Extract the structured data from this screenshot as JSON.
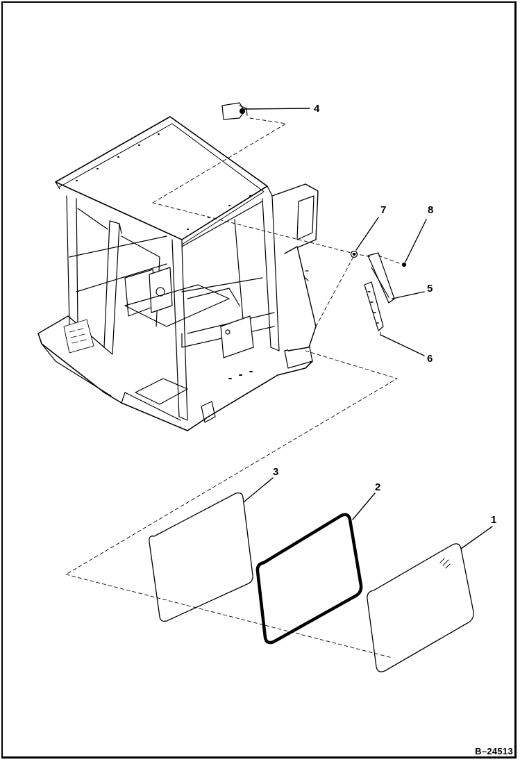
{
  "callouts": {
    "c1": "1",
    "c2": "2",
    "c3": "3",
    "c4": "4",
    "c5": "5",
    "c6": "6",
    "c7": "7",
    "c8": "8"
  },
  "figure_ref": "B–24513",
  "colors": {
    "ink": "#000000",
    "paper": "#ffffff"
  }
}
